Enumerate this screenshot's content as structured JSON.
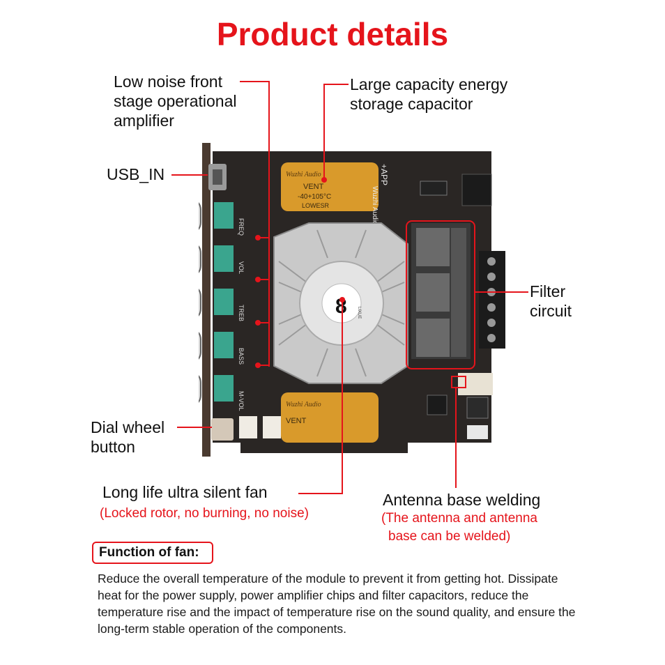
{
  "title": "Product details",
  "labels": {
    "op_amp": [
      "Low noise front",
      "stage operational",
      "amplifier"
    ],
    "capacitor": [
      "Large capacity energy",
      "storage capacitor"
    ],
    "usb": "USB_IN",
    "filter": [
      "Filter",
      "circuit"
    ],
    "dial": [
      "Dial wheel",
      "button"
    ],
    "fan": "Long life ultra silent fan",
    "fan_sub": "(Locked rotor, no burning, no noise)",
    "antenna": "Antenna base welding",
    "antenna_sub": [
      "(The antenna and antenna",
      "base can be welded)"
    ]
  },
  "board_text": {
    "cap_brand": "Wuzhi Audio",
    "cap_vent": "VENT",
    "cap_temp": "-40+105°C",
    "cap_lowesr": "LOWESR",
    "brand": "Wuzhi Audio",
    "app": "+APP",
    "knob_labels": [
      "FREQ",
      "VOL",
      "TREB",
      "BASS",
      "M-VOL"
    ],
    "fan_logo": "LIXUE"
  },
  "function": {
    "heading": "Function of fan:",
    "text": "Reduce the overall temperature of the module to prevent it from getting hot. Dissipate heat for the power supply, power amplifier chips and filter capacitors, reduce the temperature rise and the impact of temperature rise on the sound quality, and ensure the long-term stable operation of the components."
  },
  "colors": {
    "accent": "#e5141b",
    "board": "#2a2624",
    "capacitor": "#d99a2b"
  }
}
